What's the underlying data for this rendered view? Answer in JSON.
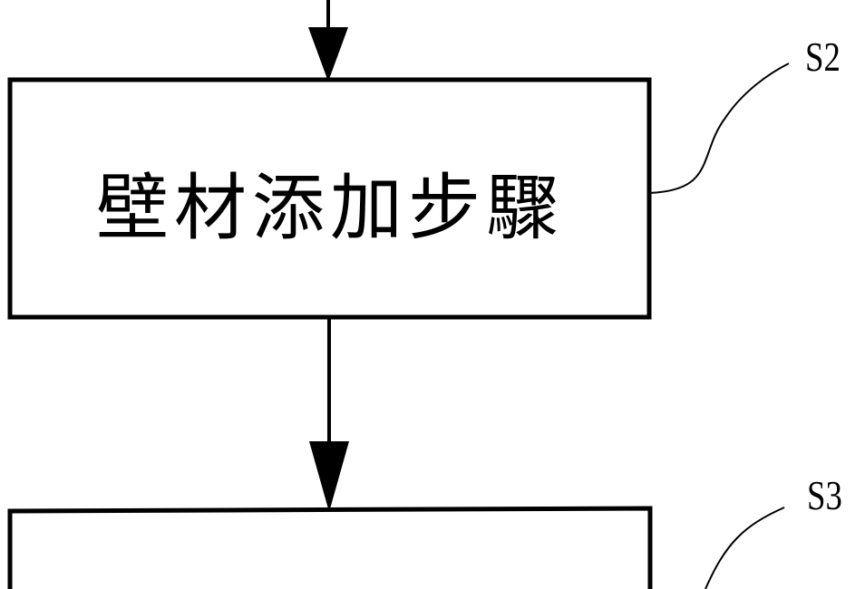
{
  "steps": [
    {
      "id": "S2",
      "text": "壁材添加步驟"
    },
    {
      "id": "S3"
    }
  ]
}
